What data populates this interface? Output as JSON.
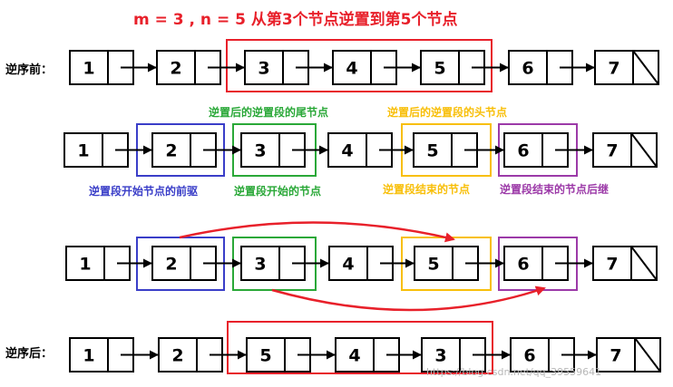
{
  "title": "m = 3 , n = 5  从第3个节点逆置到第5个节点",
  "colors": {
    "red": "#e8202a",
    "blue": "#3a3ec8",
    "green": "#2aa838",
    "yellow": "#f8bf0a",
    "purple": "#9c3aa8",
    "black": "#000000"
  },
  "rows": [
    {
      "label": "逆序前：",
      "nodes": [
        "1",
        "2",
        "3",
        "4",
        "5",
        "6",
        "7"
      ]
    },
    {
      "label": "",
      "nodes": [
        "1",
        "2",
        "3",
        "4",
        "5",
        "6",
        "7"
      ]
    },
    {
      "label": "",
      "nodes": [
        "1",
        "2",
        "3",
        "4",
        "5",
        "6",
        "7"
      ]
    },
    {
      "label": "逆序后：",
      "nodes": [
        "1",
        "2",
        "5",
        "4",
        "3",
        "6",
        "7"
      ]
    }
  ],
  "annotations": {
    "reversed_tail": "逆置后的逆置段的尾节点",
    "reversed_head": "逆置后的逆置段的头节点",
    "prev_of_start": "逆置段开始节点的前驱",
    "segment_start": "逆置段开始的节点",
    "segment_end": "逆置段结束的节点",
    "next_of_end": "逆置段结束的节点后继"
  },
  "watermark": "https://blog.csdn.net/qq_39559641"
}
